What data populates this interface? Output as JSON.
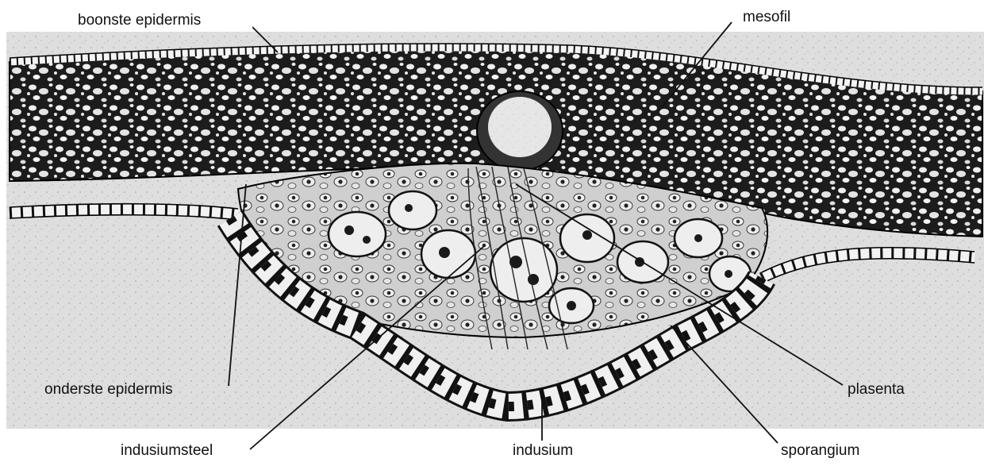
{
  "labels": {
    "boonste_epidermis": "boonste epidermis",
    "mesofil": "mesofil",
    "onderste_epidermis": "onderste epidermis",
    "plasenta": "plasenta",
    "indusiumsteel": "indusiumsteel",
    "indusium": "indusium",
    "sporangium": "sporangium"
  }
}
